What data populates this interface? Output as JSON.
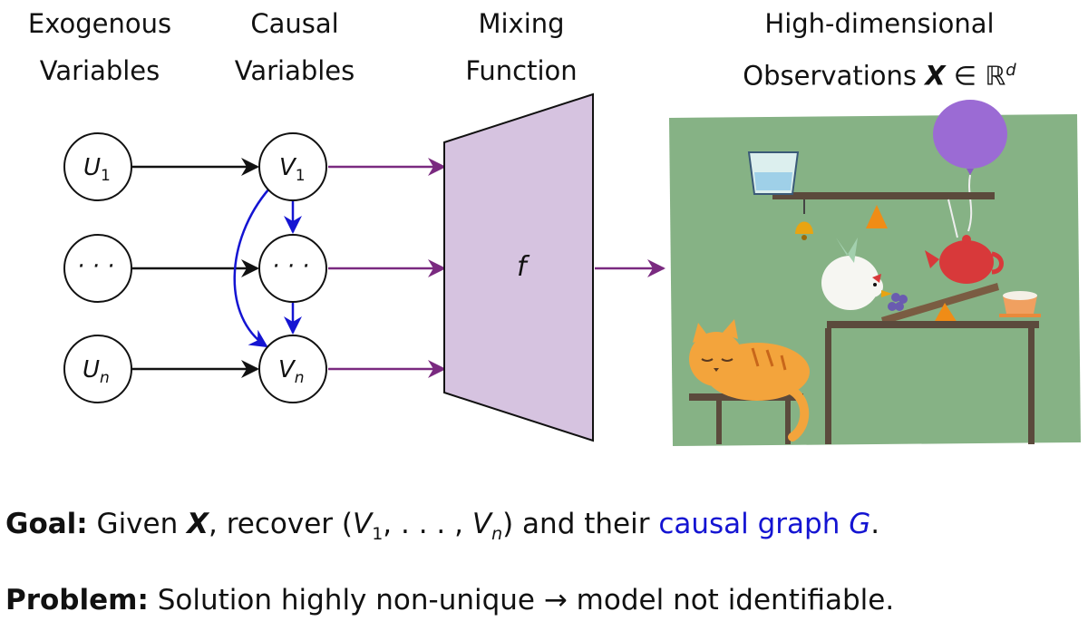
{
  "headers": {
    "exogenous": [
      "Exogenous",
      "Variables"
    ],
    "causal": [
      "Causal",
      "Variables"
    ],
    "mixing": [
      "Mixing",
      "Function"
    ],
    "observations_line1": "High-dimensional",
    "observations_line2_text": "Observations",
    "observations_symbol": "X",
    "observations_in": "∈",
    "observations_space": "ℝ",
    "observations_sup": "d"
  },
  "nodes": {
    "u1": {
      "base": "U",
      "sub": "1"
    },
    "udots": {
      "base": "· · ·",
      "sub": ""
    },
    "un": {
      "base": "U",
      "sub": "n"
    },
    "v1": {
      "base": "V",
      "sub": "1"
    },
    "vdots": {
      "base": "· · ·",
      "sub": ""
    },
    "vn": {
      "base": "V",
      "sub": "n"
    }
  },
  "mixing_function_label": "f",
  "colors": {
    "causal_edge": "#1414d2",
    "mixing_edge": "#7a2a80",
    "mixing_box": "#d6c3e0",
    "scene_bg": "#86b285"
  },
  "goal": {
    "label": "Goal:",
    "text1": " Given ",
    "X": "X",
    "text2": ", recover (",
    "V": "V",
    "sub1": "1",
    "dots": ", . . . , ",
    "V2": "V",
    "subn": "n",
    "text3": ") and their ",
    "graph": "causal graph ",
    "G": "G",
    "end": "."
  },
  "problem": {
    "label": "Problem:",
    "text": " Solution highly non-unique → model not identifiable."
  }
}
